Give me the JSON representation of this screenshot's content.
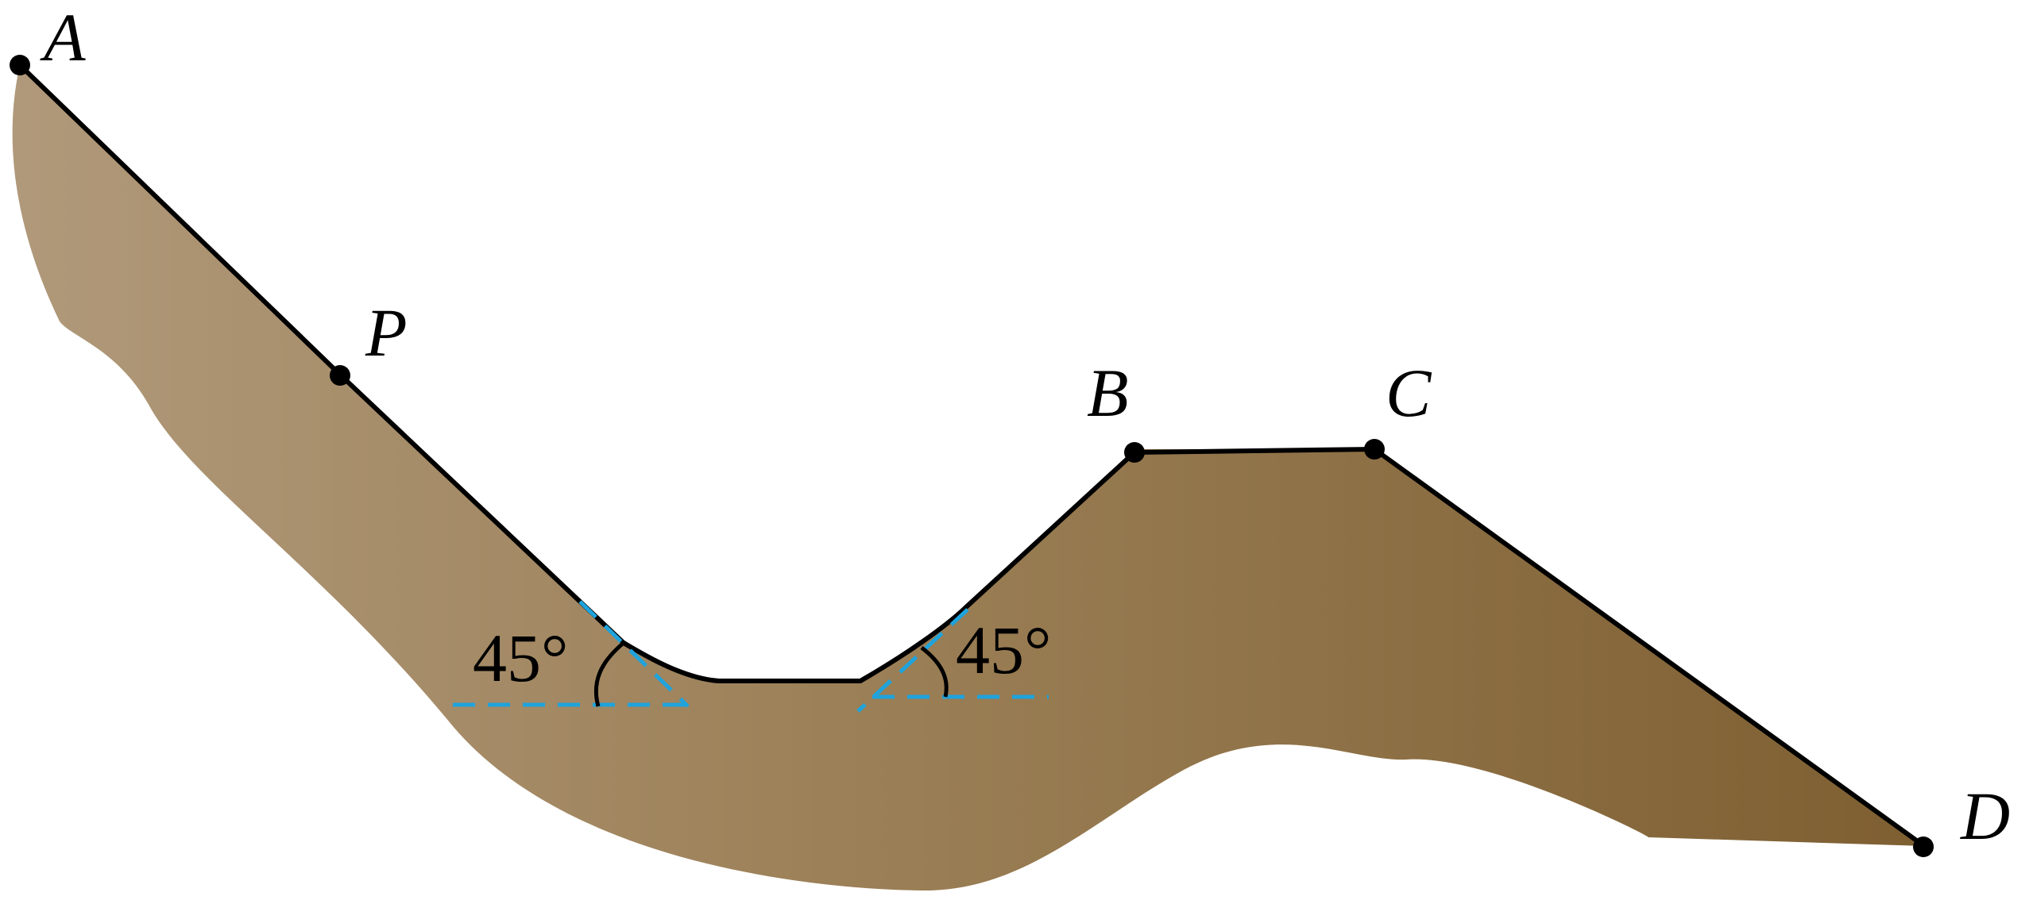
{
  "colors": {
    "ground_left": "#b0997a",
    "ground_mid": "#9b7f56",
    "ground_right": "#7e5f32",
    "track": "#000000",
    "guide": "#1fa3dc"
  },
  "points": {
    "A": "A",
    "P": "P",
    "B": "B",
    "C": "C",
    "D": "D"
  },
  "angles": {
    "left": "45°",
    "right": "45°"
  }
}
